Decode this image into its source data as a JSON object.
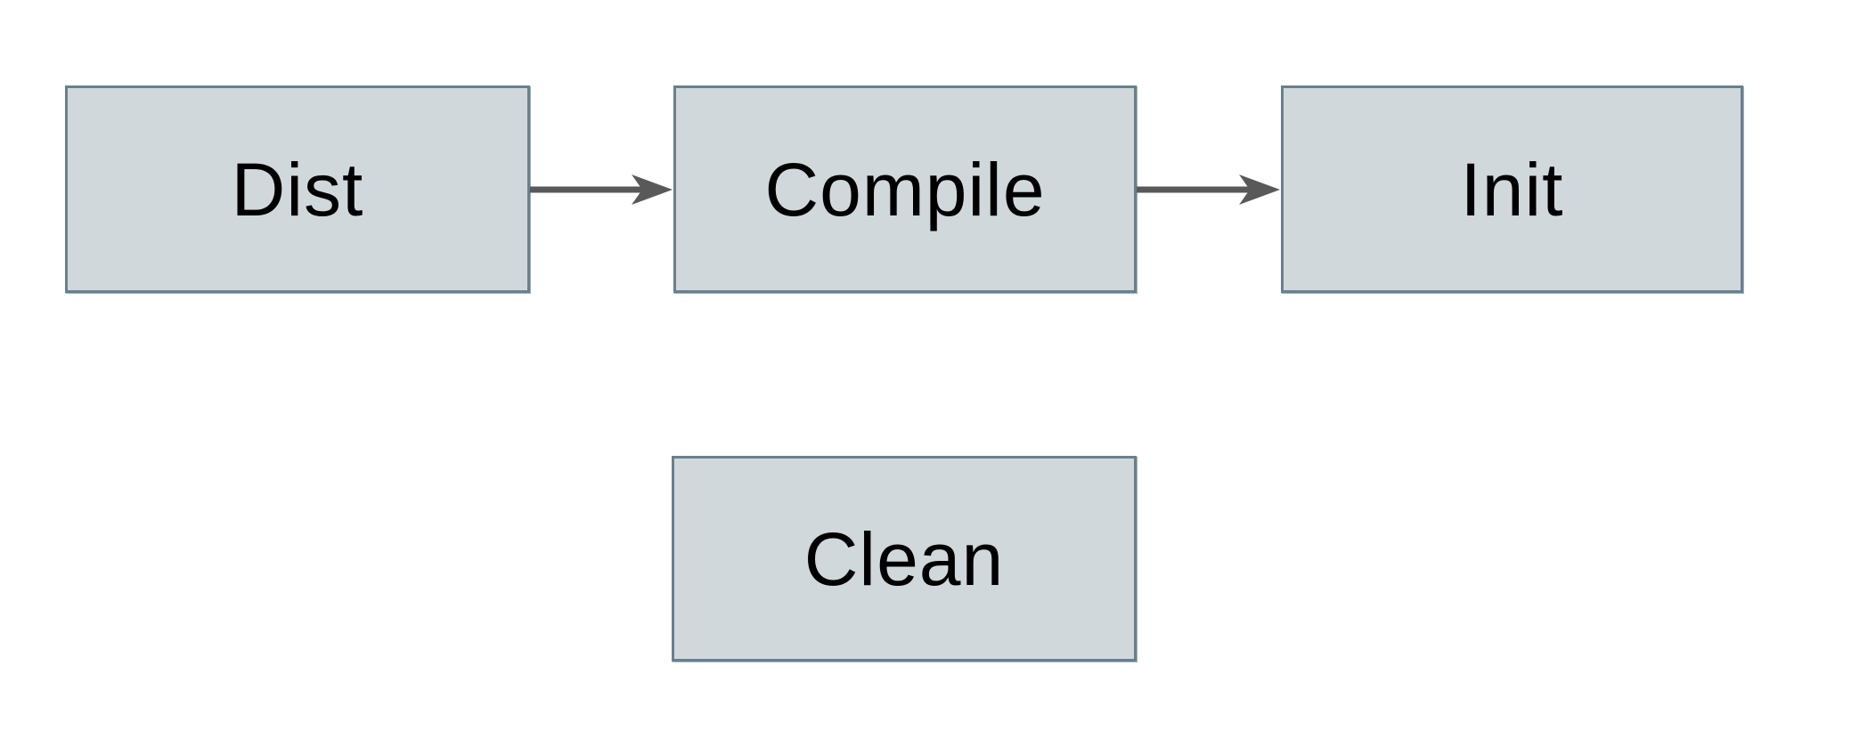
{
  "diagram": {
    "title": "build-tasks-flow",
    "nodes": [
      {
        "id": "dist",
        "label": "Dist"
      },
      {
        "id": "compile",
        "label": "Compile"
      },
      {
        "id": "init",
        "label": "Init"
      },
      {
        "id": "clean",
        "label": "Clean"
      }
    ],
    "edges": [
      {
        "from": "dist",
        "to": "compile",
        "direction": "right"
      },
      {
        "from": "compile",
        "to": "init",
        "direction": "right"
      }
    ],
    "colors": {
      "background": "#ffffff",
      "node_fill": "#d1d8db",
      "node_border": "#68808e",
      "arrow": "#595959",
      "text": "#000000"
    }
  }
}
